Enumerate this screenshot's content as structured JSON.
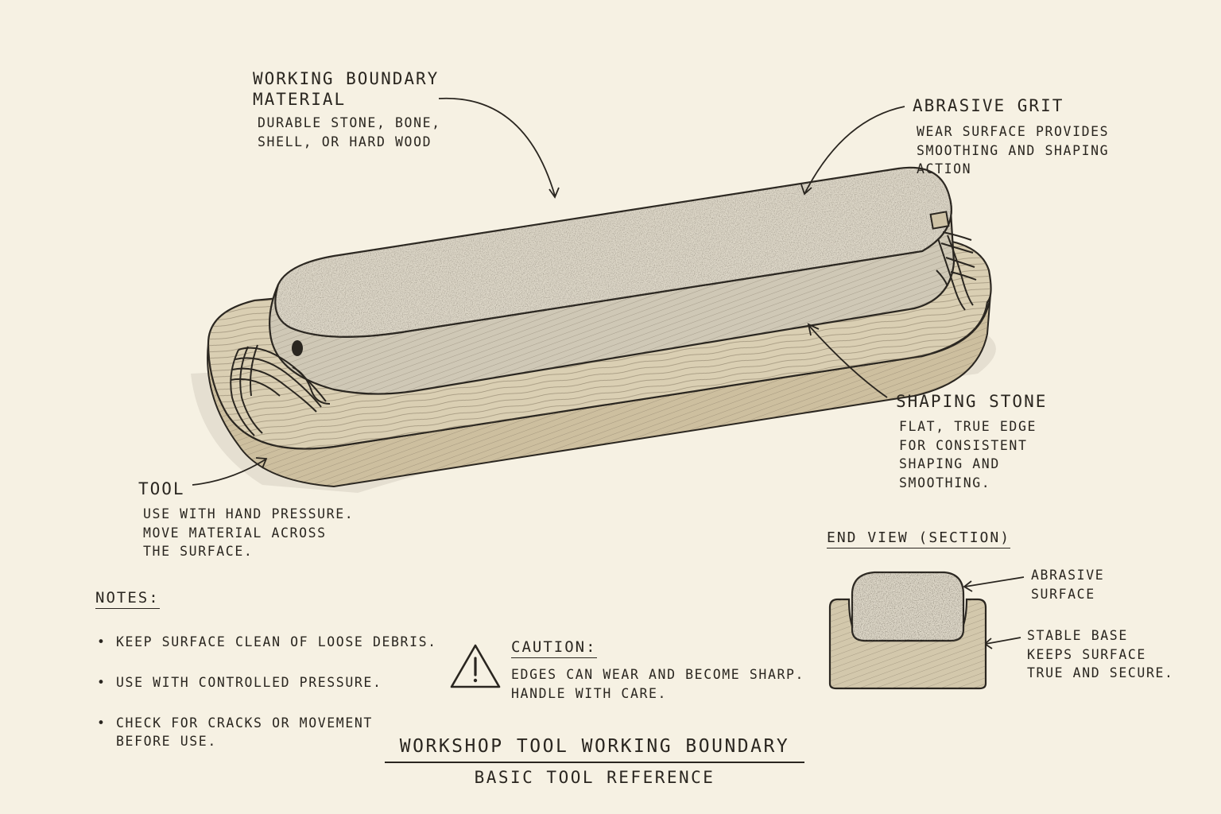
{
  "labels": {
    "working_boundary": {
      "title": "WORKING BOUNDARY\nMATERIAL",
      "desc": "DURABLE STONE, BONE,\nSHELL, OR HARD WOOD"
    },
    "abrasive_grit": {
      "title": "ABRASIVE GRIT",
      "desc": "WEAR SURFACE PROVIDES\nSMOOTHING AND SHAPING\nACTION"
    },
    "shaping_stone": {
      "title": "SHAPING STONE",
      "desc": "FLAT, TRUE EDGE\nFOR CONSISTENT\nSHAPING AND\nSMOOTHING."
    },
    "tool": {
      "title": "TOOL",
      "desc": "USE WITH HAND PRESSURE.\nMOVE MATERIAL ACROSS\nTHE SURFACE."
    }
  },
  "notes": {
    "heading": "NOTES:",
    "items": [
      "KEEP SURFACE CLEAN OF LOOSE DEBRIS.",
      "USE WITH CONTROLLED PRESSURE.",
      "CHECK FOR CRACKS OR MOVEMENT\nBEFORE USE."
    ]
  },
  "caution": {
    "heading": "CAUTION:",
    "text": "EDGES CAN WEAR AND BECOME SHARP.\nHANDLE WITH CARE.",
    "icon": "warning-triangle-icon"
  },
  "end_view": {
    "heading": "END VIEW (SECTION)",
    "abrasive_surface": "ABRASIVE\nSURFACE",
    "stable_base": "STABLE BASE\nKEEPS SURFACE\nTRUE AND SECURE."
  },
  "footer": {
    "title": "WORKSHOP TOOL WORKING BOUNDARY",
    "subtitle": "BASIC TOOL REFERENCE"
  },
  "colors": {
    "paper": "#f6f1e3",
    "ink": "#2a2620",
    "stone": "#dcd6c6",
    "wood": "#cfc3a6"
  }
}
